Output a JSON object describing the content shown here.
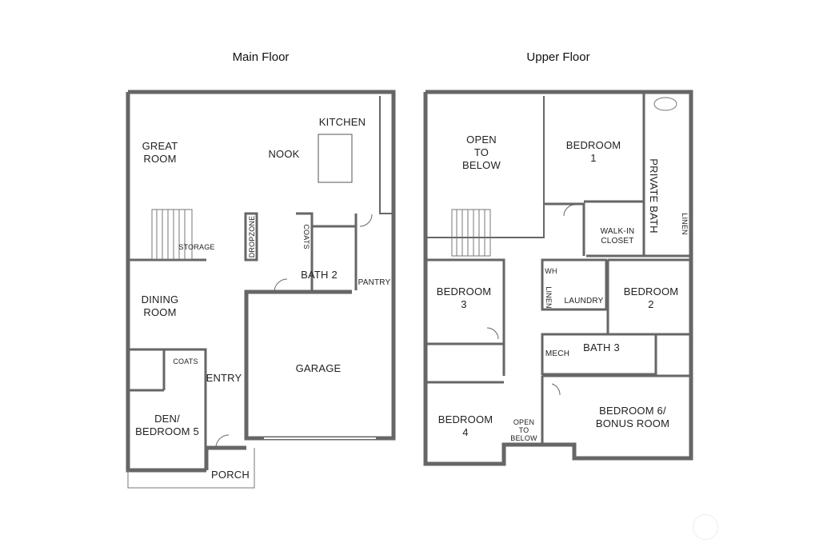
{
  "titles": {
    "main": "Main Floor",
    "upper": "Upper Floor"
  },
  "main_floor": {
    "rooms": {
      "great_room": "GREAT\nROOM",
      "nook": "NOOK",
      "kitchen": "KITCHEN",
      "storage": "STORAGE",
      "dropzone": "DROPZONE",
      "coats_1": "COATS",
      "bath_2": "BATH 2",
      "pantry": "PANTRY",
      "dining_room": "DINING\nROOM",
      "coats_2": "COATS",
      "entry": "ENTRY",
      "den": "DEN/\nBEDROOM 5",
      "garage": "GARAGE",
      "porch": "PORCH"
    }
  },
  "upper_floor": {
    "rooms": {
      "open_to_below_1": "OPEN\nTO\nBELOW",
      "bedroom_1": "BEDROOM\n1",
      "private_bath": "PRIVATE BATH",
      "linen_1": "LINEN",
      "walk_in_closet": "WALK-IN\nCLOSET",
      "wh": "WH",
      "linen_2": "LINEN",
      "laundry": "LAUNDRY",
      "bedroom_3": "BEDROOM\n3",
      "bedroom_2": "BEDROOM\n2",
      "mech": "MECH",
      "bath_3": "BATH 3",
      "bedroom_4": "BEDROOM\n4",
      "open_to_below_2": "OPEN\nTO\nBELOW",
      "bedroom_6": "BEDROOM 6/\nBONUS ROOM"
    }
  },
  "colors": {
    "wall": "#6e6e6e",
    "wall_fill": "#b5b5b5",
    "line": "#555555"
  }
}
